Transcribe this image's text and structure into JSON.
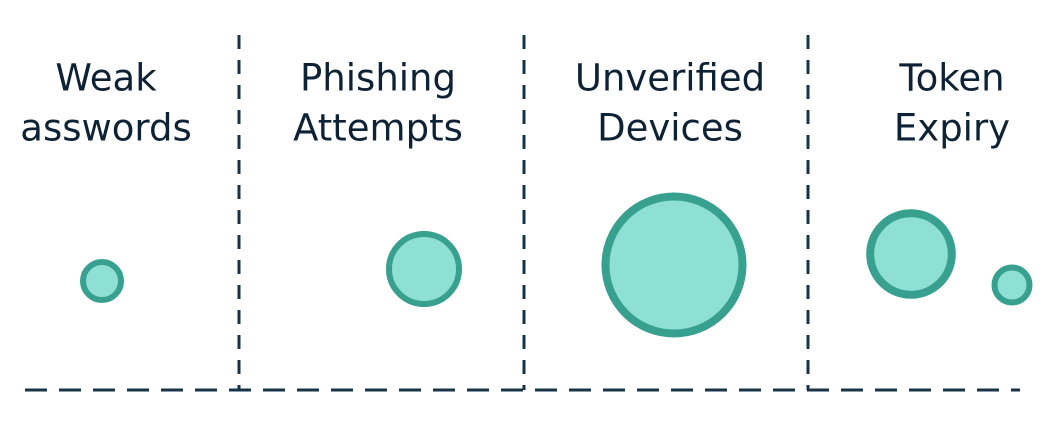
{
  "chart_data": {
    "type": "scatter",
    "title": "",
    "categories": [
      {
        "label_lines": [
          "Weak",
          "asswords"
        ]
      },
      {
        "label_lines": [
          "Phishing",
          "Attempts"
        ]
      },
      {
        "label_lines": [
          "Unverified",
          "Devices"
        ]
      },
      {
        "label_lines": [
          "Token",
          "Expiry"
        ]
      }
    ],
    "points": [
      {
        "category": 0,
        "size": 1.0
      },
      {
        "category": 1,
        "size": 3.4
      },
      {
        "category": 2,
        "size": 13.0
      },
      {
        "category": 3,
        "size": 4.6
      },
      {
        "category": 3,
        "size": 0.85
      }
    ],
    "gridlines": "vertical dashed separators",
    "legend": "none",
    "colors": {
      "fill": "#8ee0d4",
      "stroke": "#37a08e",
      "text": "#0e2235",
      "lines": "#173348"
    }
  }
}
